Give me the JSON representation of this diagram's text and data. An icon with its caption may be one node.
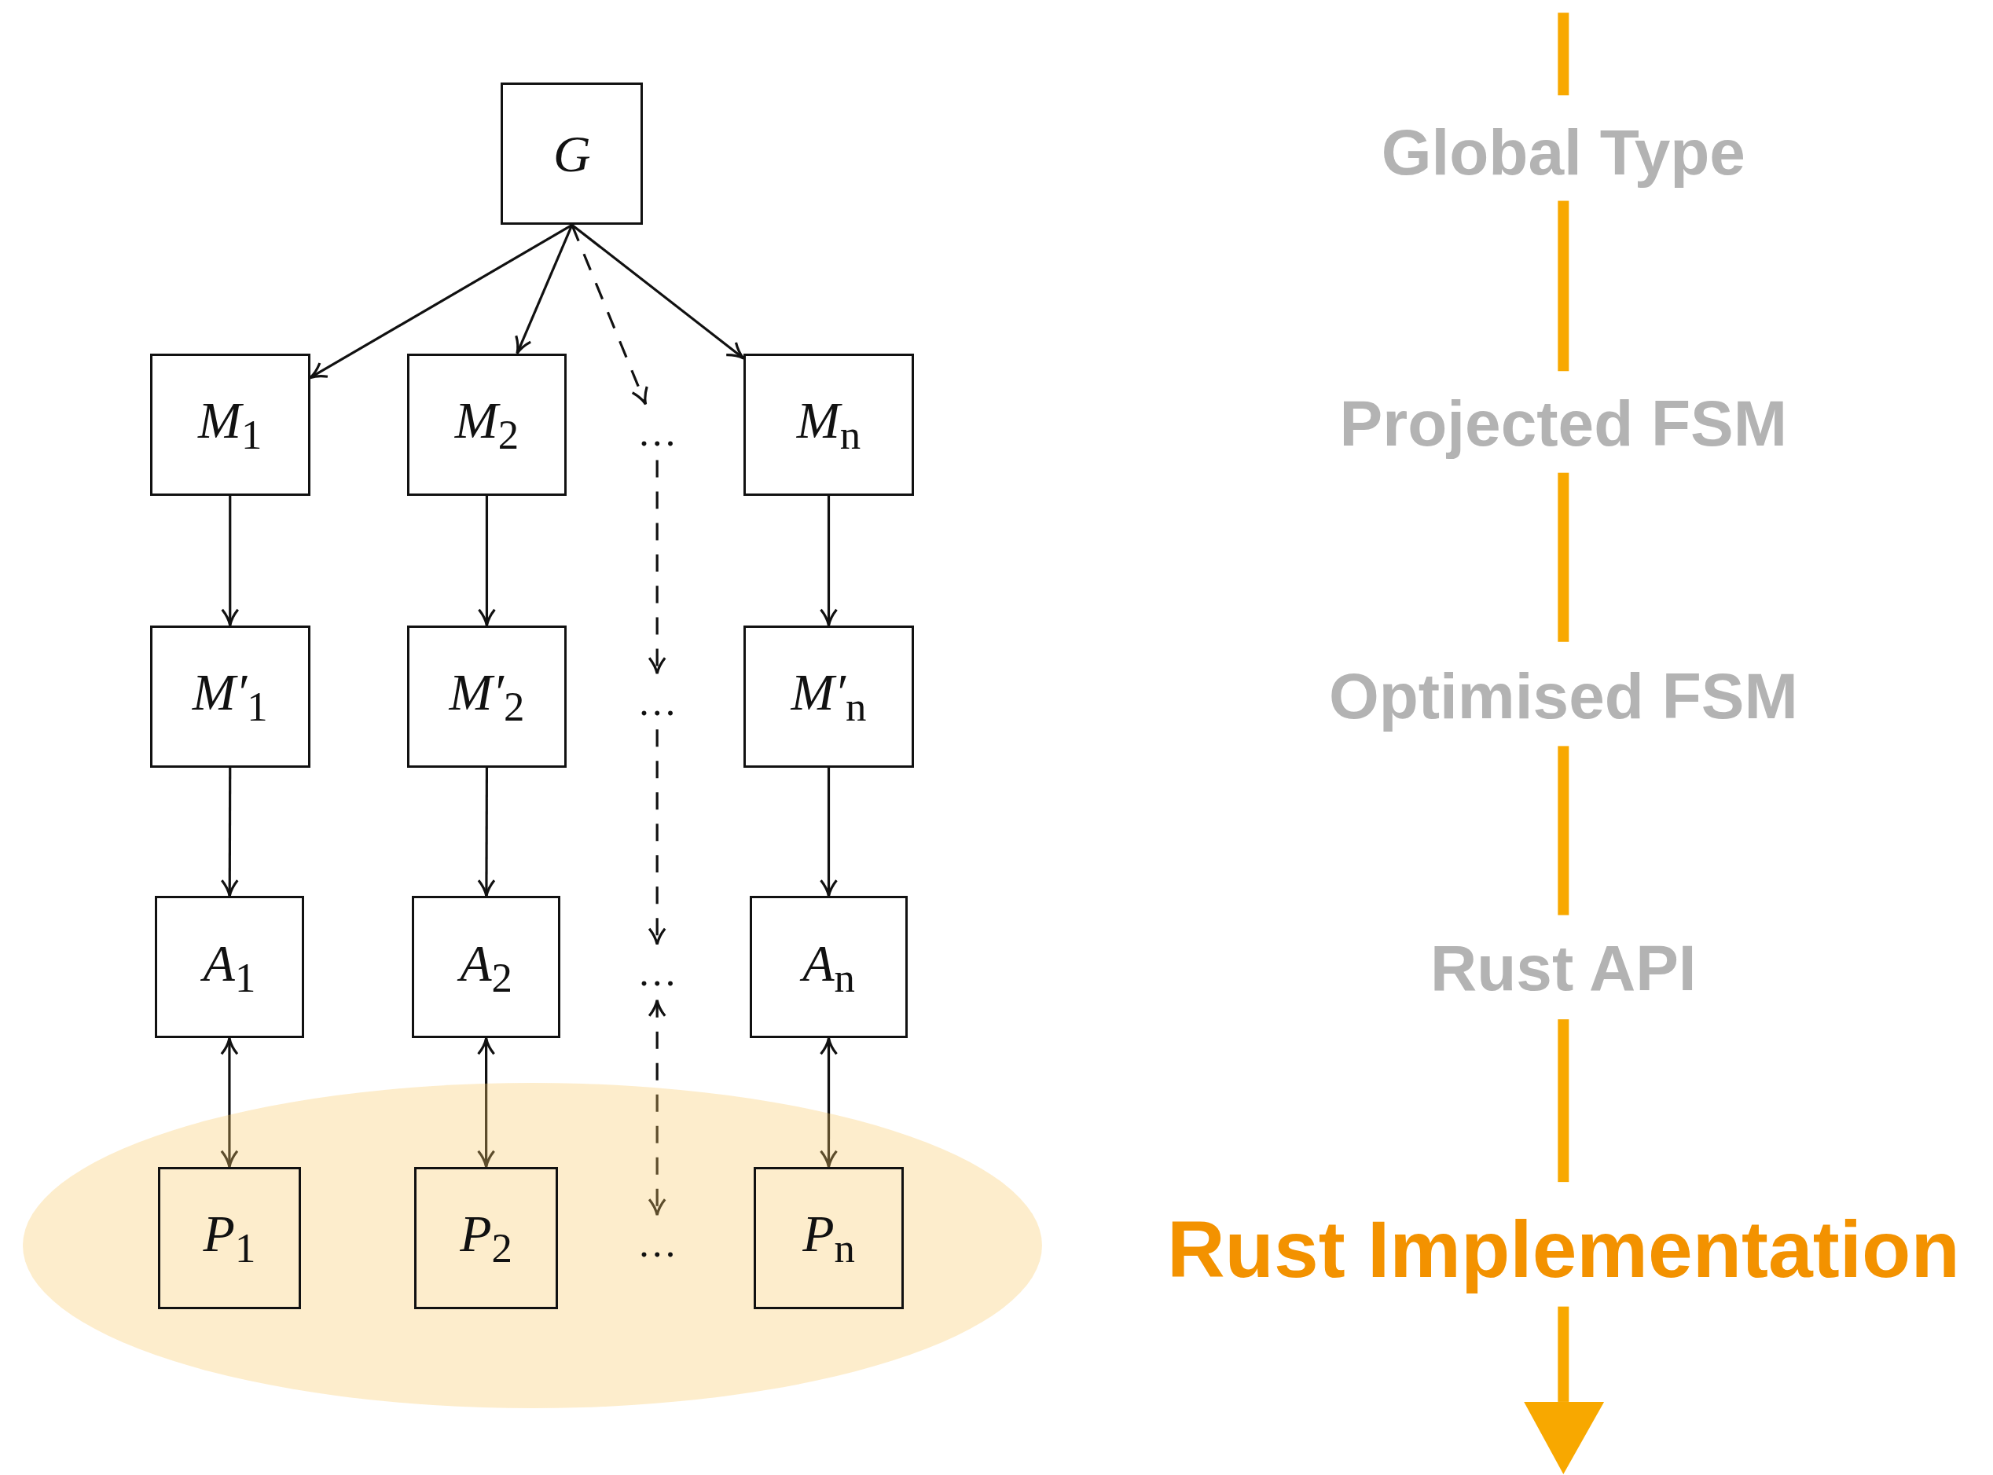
{
  "diagram": {
    "nodes": [
      {
        "text": [
          "G"
        ]
      },
      {
        "text": [
          "M$_{1}$"
        ]
      },
      {
        "text": [
          "M$_{2}$"
        ]
      },
      {
        "text": [
          "…"
        ]
      },
      {
        "text": [
          "M$_{n}$"
        ]
      },
      {
        "text": [
          "M′$_{1}$"
        ]
      },
      {
        "text": [
          "M′$_{2}$"
        ]
      },
      {
        "text": [
          "…"
        ]
      },
      {
        "text": [
          "M′$_{n}$"
        ]
      },
      {
        "text": [
          "A$_{1}$"
        ]
      },
      {
        "text": [
          "A$_{2}$"
        ]
      },
      {
        "text": [
          "…"
        ]
      },
      {
        "text": [
          "A$_{n}$"
        ]
      },
      {
        "text": [],
        "shape": "ellipse"
      },
      {
        "text": [
          "P$_{1}$"
        ],
        "in": 13
      },
      {
        "text": [
          "P$_{2}$"
        ],
        "in": 13
      },
      {
        "text": [
          "…"
        ],
        "in": 13
      },
      {
        "text": [
          "P$_{n}$"
        ],
        "in": 13
      }
    ],
    "edges": [
      {
        "from": 0,
        "to": 1,
        "arrow": "to"
      },
      {
        "from": 0,
        "to": 2,
        "arrow": "to"
      },
      {
        "from": 0,
        "to": 3,
        "arrow": "to",
        "style": "dashed"
      },
      {
        "from": 0,
        "to": 4,
        "arrow": "to"
      },
      {
        "from": 1,
        "to": 5,
        "arrow": "to"
      },
      {
        "from": 2,
        "to": 6,
        "arrow": "to"
      },
      {
        "from": 3,
        "to": 7,
        "arrow": "to",
        "style": "dashed"
      },
      {
        "from": 4,
        "to": 8,
        "arrow": "to"
      },
      {
        "from": 5,
        "to": 9,
        "arrow": "to"
      },
      {
        "from": 6,
        "to": 10,
        "arrow": "to"
      },
      {
        "from": 7,
        "to": 11,
        "arrow": "to",
        "style": "dashed"
      },
      {
        "from": 8,
        "to": 12,
        "arrow": "to"
      },
      {
        "from": 9,
        "to": 14,
        "arrow": "both"
      },
      {
        "from": 10,
        "to": 15,
        "arrow": "both"
      },
      {
        "from": 11,
        "to": 16,
        "arrow": "both",
        "style": "dashed"
      },
      {
        "from": 12,
        "to": 17,
        "arrow": "both"
      }
    ],
    "labels": [
      "Global Type",
      "Projected FSM",
      "Optimised FSM",
      "Rust API",
      "Rust Implementation"
    ]
  }
}
